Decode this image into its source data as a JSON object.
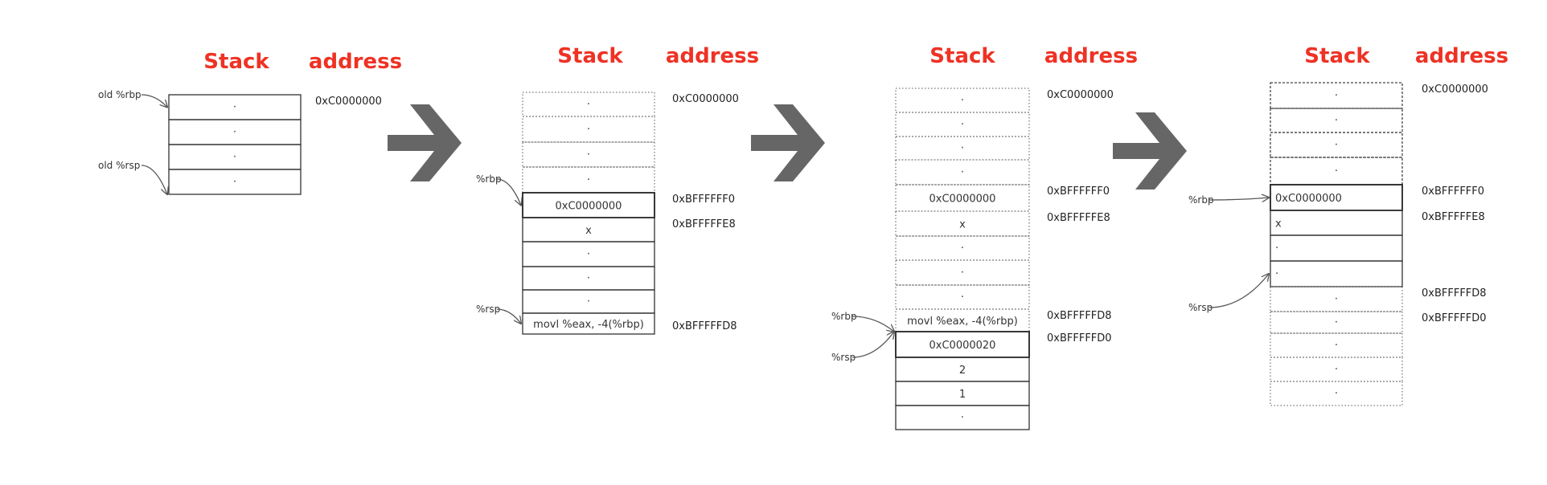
{
  "colors": {
    "header": "#ee3224",
    "arrow": "#666666",
    "ink": "#333333"
  },
  "headers": {
    "stack": "Stack",
    "address": "address"
  },
  "panels": [
    {
      "cells": [
        {
          "text": ".",
          "style": "solid"
        },
        {
          "text": ".",
          "style": "solid"
        },
        {
          "text": ".",
          "style": "solid"
        },
        {
          "text": ".",
          "style": "solid"
        }
      ],
      "addresses": [
        {
          "text": "0xC0000000",
          "cell": 0
        }
      ],
      "pointers": [
        {
          "label": "old %rbp",
          "cell": 0
        },
        {
          "label": "old %rsp",
          "cell": 3
        }
      ]
    },
    {
      "cells": [
        {
          "text": ".",
          "style": "dotted"
        },
        {
          "text": ".",
          "style": "dotted"
        },
        {
          "text": ".",
          "style": "dotted"
        },
        {
          "text": ".",
          "style": "dotted"
        },
        {
          "text": "0xC0000000",
          "style": "bold"
        },
        {
          "text": "x",
          "style": "solid"
        },
        {
          "text": ".",
          "style": "solid"
        },
        {
          "text": ".",
          "style": "solid"
        },
        {
          "text": ".",
          "style": "solid"
        },
        {
          "text": "movl %eax, -4(%rbp)",
          "style": "solid"
        }
      ],
      "addresses": [
        {
          "text": "0xC0000000",
          "cell": 0
        },
        {
          "text": "0xBFFFFFF0",
          "cell": 4
        },
        {
          "text": "0xBFFFFFE8",
          "cell": 5
        },
        {
          "text": "0xBFFFFFD8",
          "cell": 9
        }
      ],
      "pointers": [
        {
          "label": "%rbp",
          "cell": 4
        },
        {
          "label": "%rsp",
          "cell": 9
        }
      ]
    },
    {
      "cells": [
        {
          "text": ".",
          "style": "dotted"
        },
        {
          "text": ".",
          "style": "dotted"
        },
        {
          "text": ".",
          "style": "dotted"
        },
        {
          "text": ".",
          "style": "dotted"
        },
        {
          "text": "0xC0000000",
          "style": "dotted"
        },
        {
          "text": "x",
          "style": "dotted"
        },
        {
          "text": ".",
          "style": "dotted"
        },
        {
          "text": ".",
          "style": "dotted"
        },
        {
          "text": ".",
          "style": "dotted"
        },
        {
          "text": "movl %eax, -4(%rbp)",
          "style": "dotted"
        },
        {
          "text": "0xC0000020",
          "style": "bold"
        },
        {
          "text": "2",
          "style": "solid"
        },
        {
          "text": "1",
          "style": "solid"
        },
        {
          "text": ".",
          "style": "solid"
        }
      ],
      "addresses": [
        {
          "text": "0xC0000000",
          "cell": 0
        },
        {
          "text": "0xBFFFFFF0",
          "cell": 4
        },
        {
          "text": "0xBFFFFFE8",
          "cell": 5
        },
        {
          "text": "0xBFFFFFD8",
          "cell": 9
        },
        {
          "text": "0xBFFFFFD0",
          "cell": 10
        }
      ],
      "pointers": [
        {
          "label": "%rbp",
          "cell": 10
        },
        {
          "label": "%rsp",
          "cell": 10
        }
      ]
    },
    {
      "cells": [
        {
          "text": ".",
          "style": "dashed"
        },
        {
          "text": ".",
          "style": "dashed"
        },
        {
          "text": ".",
          "style": "dashed"
        },
        {
          "text": ".",
          "style": "dashed"
        },
        {
          "text": "0xC0000000",
          "style": "bold-left"
        },
        {
          "text": "x",
          "style": "solid-left"
        },
        {
          "text": ".",
          "style": "solid-left"
        },
        {
          "text": ".",
          "style": "solid-left"
        },
        {
          "text": ".",
          "style": "dotted"
        },
        {
          "text": ".",
          "style": "dotted"
        },
        {
          "text": ".",
          "style": "dotted"
        },
        {
          "text": ".",
          "style": "dotted"
        },
        {
          "text": ".",
          "style": "dotted"
        }
      ],
      "addresses": [
        {
          "text": "0xC0000000",
          "cell": 0
        },
        {
          "text": "0xBFFFFFF0",
          "cell": 4
        },
        {
          "text": "0xBFFFFFE8",
          "cell": 5
        },
        {
          "text": "0xBFFFFFD8",
          "cell": 8
        },
        {
          "text": "0xBFFFFFD0",
          "cell": 9
        }
      ],
      "pointers": [
        {
          "label": "%rbp",
          "cell": 4
        },
        {
          "label": "%rsp",
          "cell": 7
        }
      ]
    }
  ]
}
